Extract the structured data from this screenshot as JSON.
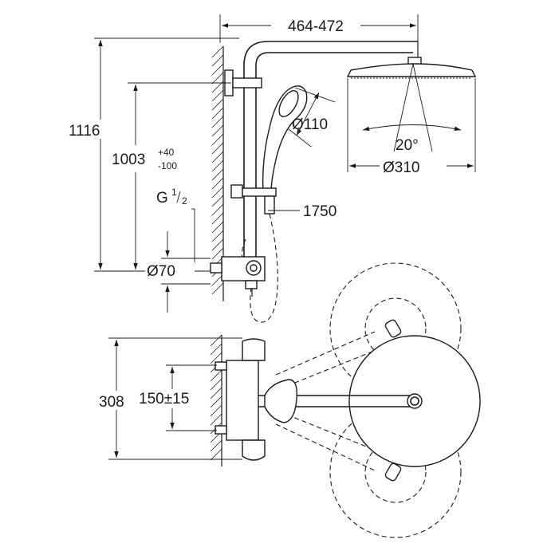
{
  "dimensions": {
    "arm_length": "464-472",
    "overall_height": "1116",
    "mixer_height_main": "1003",
    "mixer_height_tol_plus": "+40",
    "mixer_height_tol_minus": "-100",
    "connection_thread_letter": "G",
    "connection_thread_num": "1",
    "connection_thread_den": "2",
    "wall_diameter": "Ø70",
    "hand_shower_diameter": "Ø110",
    "hose_length": "1750",
    "head_angle": "20°",
    "head_diameter": "Ø310",
    "mixer_length": "308",
    "inlet_spacing": "150±15"
  },
  "colors": {
    "line": "#1a1a1a",
    "background": "#ffffff"
  }
}
